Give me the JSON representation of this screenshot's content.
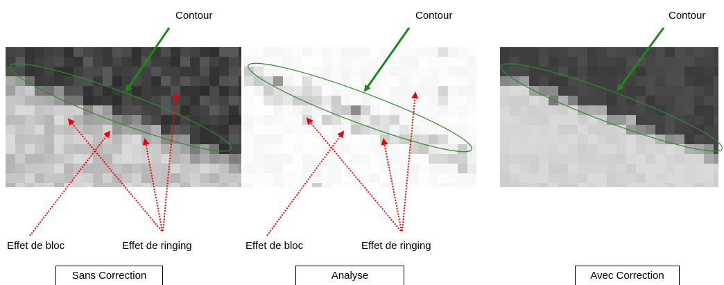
{
  "panels": [
    {
      "id": "sans-correction",
      "caption": "Sans Correction",
      "contour_label": "Contour",
      "block_label": "Effet de bloc",
      "ringing_label": "Effet de ringing"
    },
    {
      "id": "analyse",
      "caption": "Analyse",
      "contour_label": "Contour",
      "block_label": "Effet de bloc",
      "ringing_label": "Effet de ringing"
    },
    {
      "id": "avec-correction",
      "caption": "Avec Correction",
      "contour_label": "Contour"
    }
  ],
  "colors": {
    "contour_arrow": "#1a8a1a",
    "contour_ellipse": "#2e8b2e",
    "artifact_arrow": "#ee0000"
  }
}
